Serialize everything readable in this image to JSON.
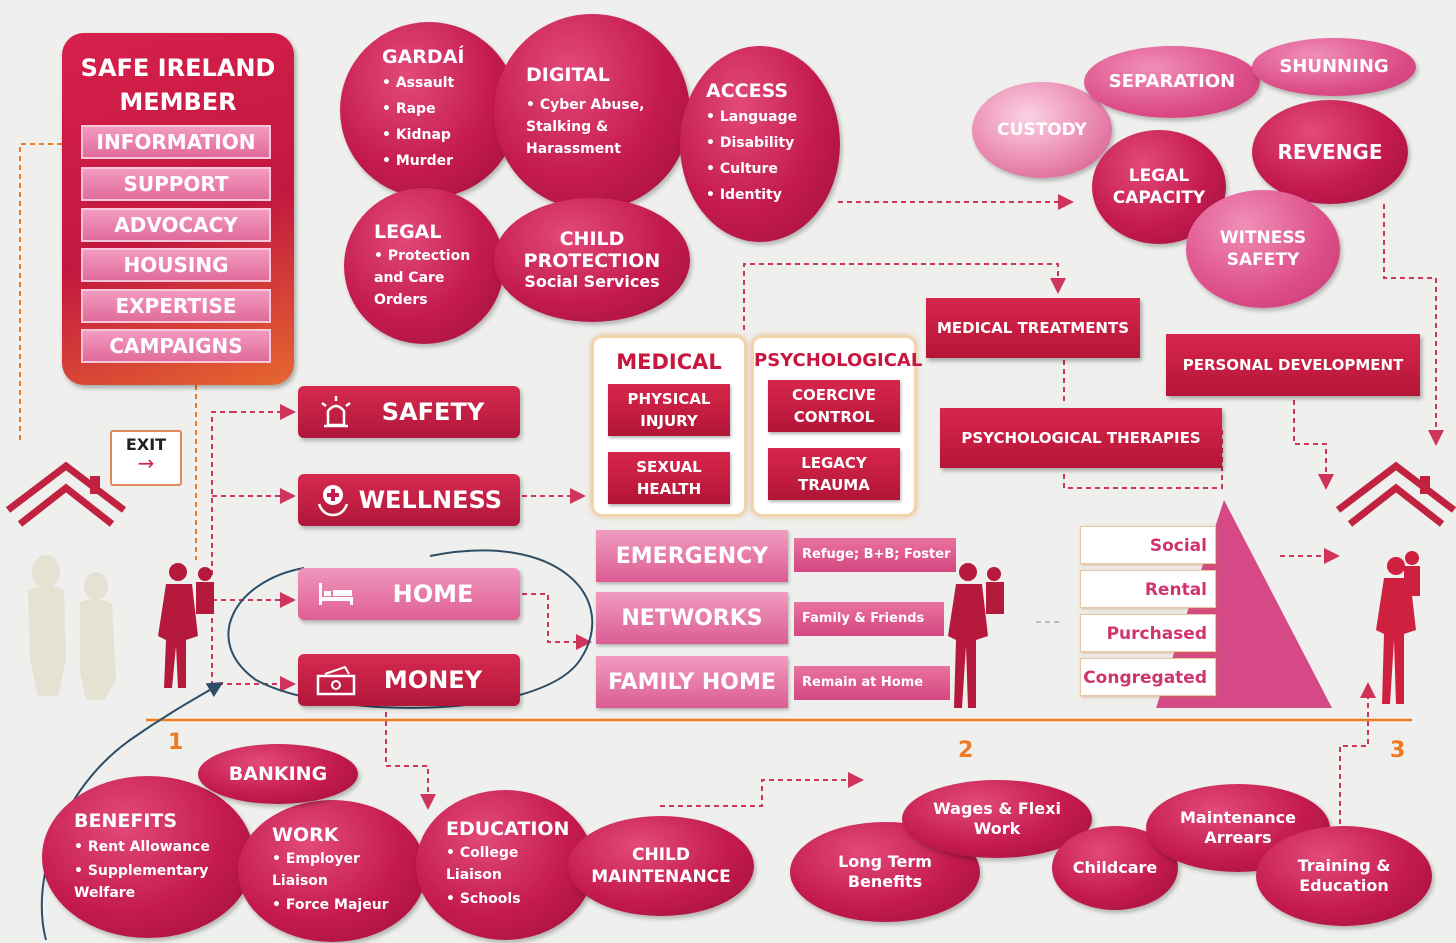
{
  "colors": {
    "red": "#c41a4f",
    "pink": "#dd4e89",
    "orange": "#ef7a22",
    "dash": "#d0345a",
    "navy": "#2d4e66"
  },
  "safe_ireland": {
    "title_line1": "SAFE IRELAND",
    "title_line2": "MEMBER SERVICES",
    "services": [
      "INFORMATION",
      "SUPPORT",
      "ADVOCACY",
      "HOUSING",
      "EXPERTISE",
      "CAMPAIGNS"
    ]
  },
  "exit_sign": {
    "label": "EXIT",
    "arrow": "→"
  },
  "top_ovals": {
    "gardai": {
      "title": "GARDAÍ",
      "items": [
        "Assault",
        "Rape",
        "Kidnap",
        "Murder"
      ]
    },
    "digital": {
      "title": "DIGITAL",
      "items": [
        "Cyber Abuse, Stalking & Harassment"
      ]
    },
    "access": {
      "title": "ACCESS",
      "items": [
        "Language",
        "Disability",
        "Culture",
        "Identity"
      ]
    },
    "legal": {
      "title": "LEGAL",
      "items": [
        "Protection and Care Orders"
      ]
    },
    "child_protection": {
      "line1": "CHILD",
      "line2": "PROTECTION",
      "line3": "Social Services"
    }
  },
  "risk_ovals": {
    "custody": "CUSTODY",
    "separation": "SEPARATION",
    "shunning": "SHUNNING",
    "revenge": "REVENGE",
    "legal_capacity": "LEGAL CAPACITY",
    "witness_safety": "WITNESS SAFETY"
  },
  "actions": {
    "safety": "SAFETY",
    "wellness": "WELLNESS",
    "home": "HOME",
    "money": "MONEY"
  },
  "medical": {
    "title": "MEDICAL",
    "items": [
      "PHYSICAL INJURY",
      "SEXUAL HEALTH"
    ]
  },
  "psychological": {
    "title": "PSYCHOLOGICAL",
    "items": [
      "COERCIVE CONTROL",
      "LEGACY TRAUMA"
    ]
  },
  "therapies": {
    "medical_treatments": "MEDICAL TREATMENTS",
    "psychological_therapies": "PSYCHOLOGICAL THERAPIES",
    "personal_development": "PERSONAL DEVELOPMENT"
  },
  "housing": [
    {
      "label": "EMERGENCY",
      "tag": "Refuge; B+B; Foster"
    },
    {
      "label": "NETWORKS",
      "tag": "Family & Friends"
    },
    {
      "label": "FAMILY HOME",
      "tag": "Remain at Home"
    }
  ],
  "tenure": [
    "Social",
    "Rental",
    "Purchased",
    "Congregated"
  ],
  "stages": [
    "1",
    "2",
    "3"
  ],
  "bottom_left": {
    "banking": "BANKING",
    "benefits": {
      "title": "BENEFITS",
      "items": [
        "Rent Allowance",
        "Supplementary Welfare"
      ]
    },
    "work": {
      "title": "WORK",
      "items": [
        "Employer Liaison",
        "Force Majeur"
      ]
    },
    "education": {
      "title": "EDUCATION",
      "items": [
        "College Liaison",
        "Schools"
      ]
    },
    "child_maintenance": "CHILD MAINTENANCE"
  },
  "bottom_right": {
    "long_term_benefits": "Long Term Benefits",
    "wages": "Wages & Flexi Work",
    "childcare": "Childcare",
    "maintenance_arrears": "Maintenance Arrears",
    "training": "Training & Education"
  }
}
